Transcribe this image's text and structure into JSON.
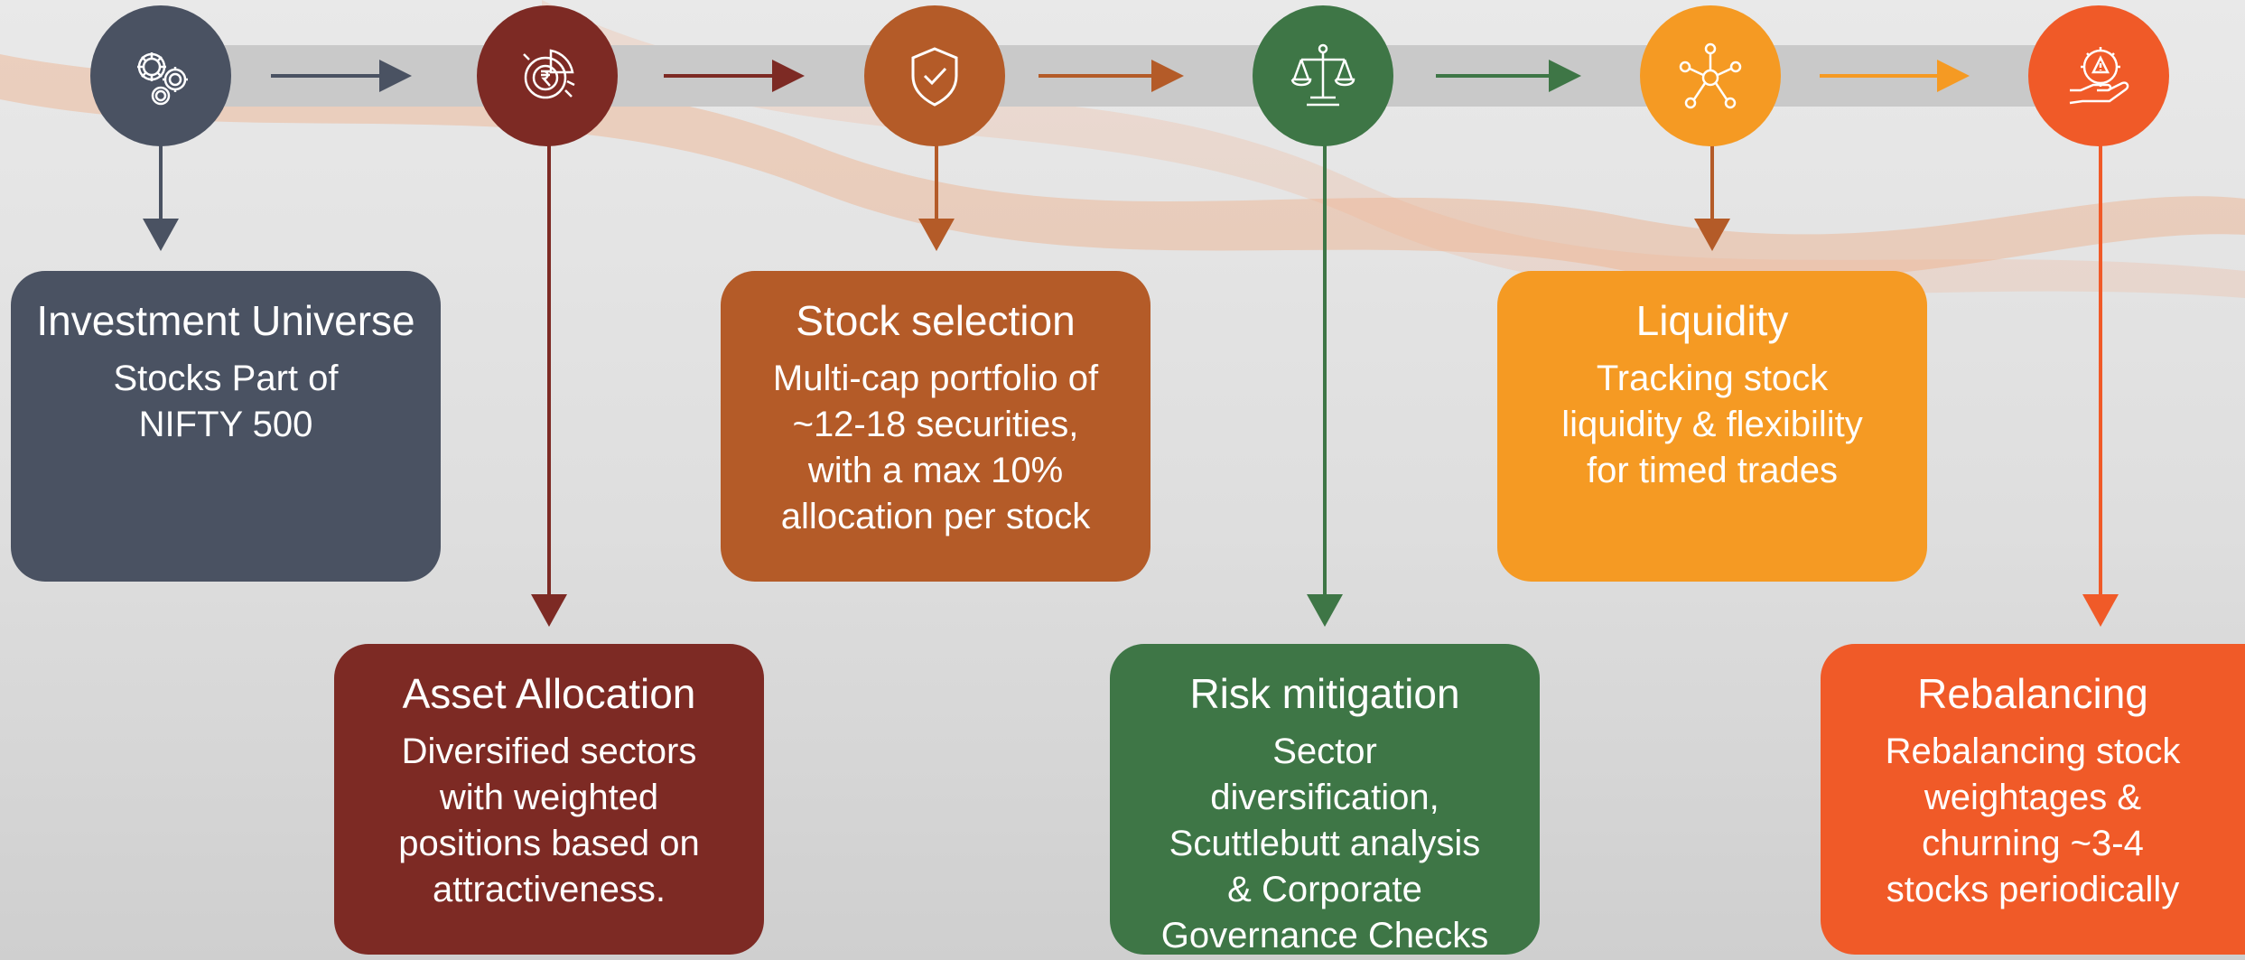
{
  "colors": {
    "slate": "#4a5262",
    "maroon": "#7d2a24",
    "rust": "#b45b28",
    "green": "#3e7646",
    "amber": "#f59a23",
    "orange": "#f05a28",
    "band": "#c9c9c9",
    "background": "#e4e4e4"
  },
  "steps": [
    {
      "icon": "gears-icon",
      "title": "Investment Universe",
      "body": "Stocks Part of\nNIFTY 500"
    },
    {
      "icon": "rupee-chart-icon",
      "title": "Asset Allocation",
      "body": "Diversified sectors\nwith weighted\npositions based on\nattractiveness."
    },
    {
      "icon": "shield-check-icon",
      "title": "Stock selection",
      "body": "Multi-cap portfolio of\n~12-18 securities,\nwith a max 10%\nallocation per stock"
    },
    {
      "icon": "balance-scale-icon",
      "title": "Risk mitigation",
      "body": "Sector\ndiversification,\nScuttlebutt analysis\n& Corporate\nGovernance Checks"
    },
    {
      "icon": "network-hub-icon",
      "title": "Liquidity",
      "body": "Tracking stock\nliquidity & flexibility\nfor timed trades"
    },
    {
      "icon": "hand-gear-warning-icon",
      "title": "Rebalancing",
      "body": "Rebalancing stock\nweightages &\nchurning ~3-4\nstocks periodically"
    }
  ]
}
